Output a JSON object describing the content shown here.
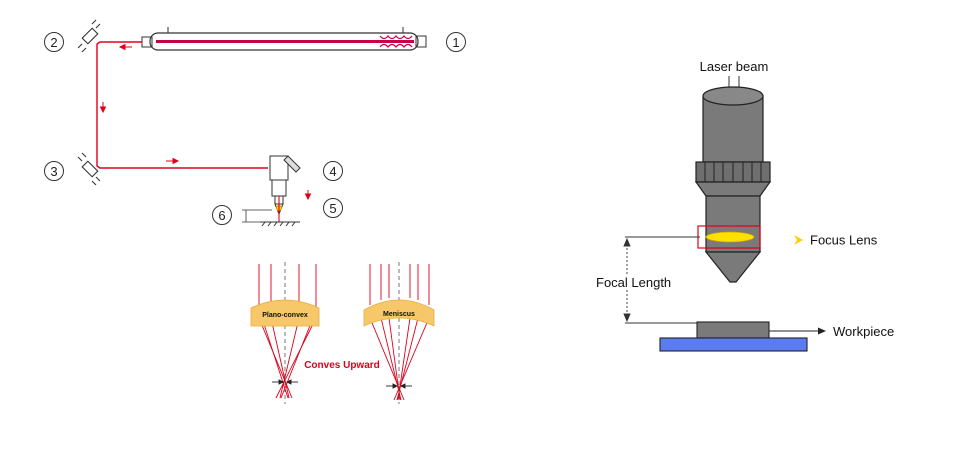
{
  "left_diagram": {
    "markers": [
      "1",
      "2",
      "3",
      "4",
      "5",
      "6"
    ]
  },
  "lens_diagram": {
    "plano_convex_label": "Plano-convex",
    "meniscus_label": "Meniscus",
    "caption": "Conves Upward"
  },
  "right_diagram": {
    "laser_beam_label": "Laser beam",
    "focus_lens_label": "Focus Lens",
    "focal_length_label": "Focal Length",
    "workpiece_label": "Workpiece"
  },
  "colors": {
    "beam_red": "#e0001b",
    "tube_magenta": "#c8004a",
    "lens_yellow": "#f6c86a",
    "focus_yellow": "#ffe000",
    "nozzle_gray": "#7a7a7a",
    "table_blue": "#5b7cf0"
  }
}
